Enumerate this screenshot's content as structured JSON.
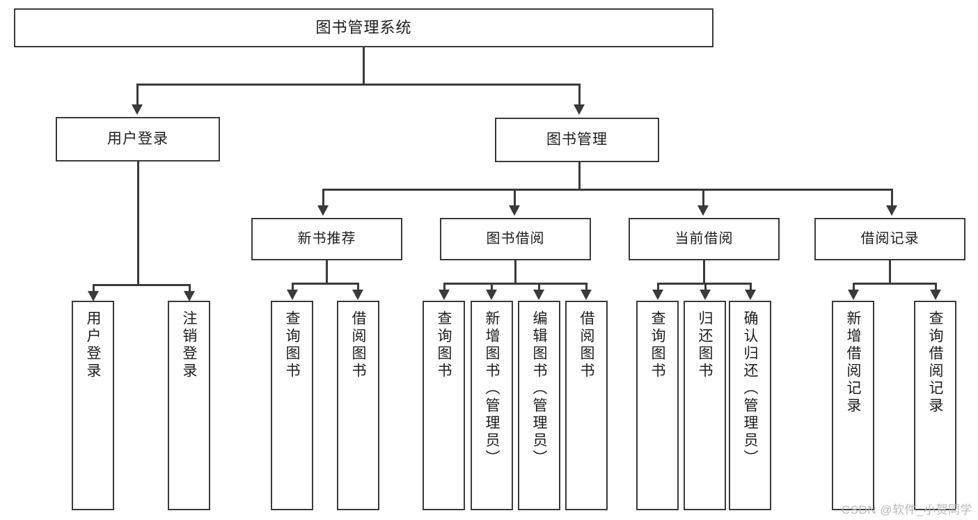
{
  "diagram": {
    "type": "tree-hierarchy",
    "title": "图书管理系统",
    "root": {
      "label": "图书管理系统"
    },
    "level2": [
      {
        "id": "user-login",
        "label": "用户登录"
      },
      {
        "id": "book-manage",
        "label": "图书管理"
      }
    ],
    "level3": [
      {
        "id": "new-book-recommend",
        "label": "新书推荐",
        "parent": "book-manage"
      },
      {
        "id": "book-borrow",
        "label": "图书借阅",
        "parent": "book-manage"
      },
      {
        "id": "current-borrow",
        "label": "当前借阅",
        "parent": "book-manage"
      },
      {
        "id": "borrow-record",
        "label": "借阅记录",
        "parent": "book-manage"
      }
    ],
    "leaves": [
      {
        "id": "leaf-user-login",
        "label": "用户登录",
        "parent": "user-login"
      },
      {
        "id": "leaf-user-logout",
        "label": "注销登录",
        "parent": "user-login"
      },
      {
        "id": "leaf-query-book-1",
        "label": "查询图书",
        "parent": "new-book-recommend"
      },
      {
        "id": "leaf-borrow-book-1",
        "label": "借阅图书",
        "parent": "new-book-recommend"
      },
      {
        "id": "leaf-query-book-2",
        "label": "查询图书",
        "parent": "book-borrow"
      },
      {
        "id": "leaf-add-book",
        "label": "新增图书（管理员）",
        "parent": "book-borrow"
      },
      {
        "id": "leaf-edit-book",
        "label": "编辑图书（管理员）",
        "parent": "book-borrow"
      },
      {
        "id": "leaf-borrow-book-2",
        "label": "借阅图书",
        "parent": "book-borrow"
      },
      {
        "id": "leaf-query-book-3",
        "label": "查询图书",
        "parent": "current-borrow"
      },
      {
        "id": "leaf-return-book",
        "label": "归还图书",
        "parent": "current-borrow"
      },
      {
        "id": "leaf-confirm-return",
        "label": "确认归还（管理员）",
        "parent": "current-borrow"
      },
      {
        "id": "leaf-add-record",
        "label": "新增借阅记录",
        "parent": "borrow-record"
      },
      {
        "id": "leaf-query-record",
        "label": "查询借阅记录",
        "parent": "borrow-record"
      }
    ],
    "colors": {
      "stroke": "#3a3a3a",
      "fill": "#ffffff",
      "text": "#1c1c1c",
      "watermark": "#b9b9b9"
    }
  },
  "watermark": {
    "text": "CSDN @软件_小贺同学"
  }
}
